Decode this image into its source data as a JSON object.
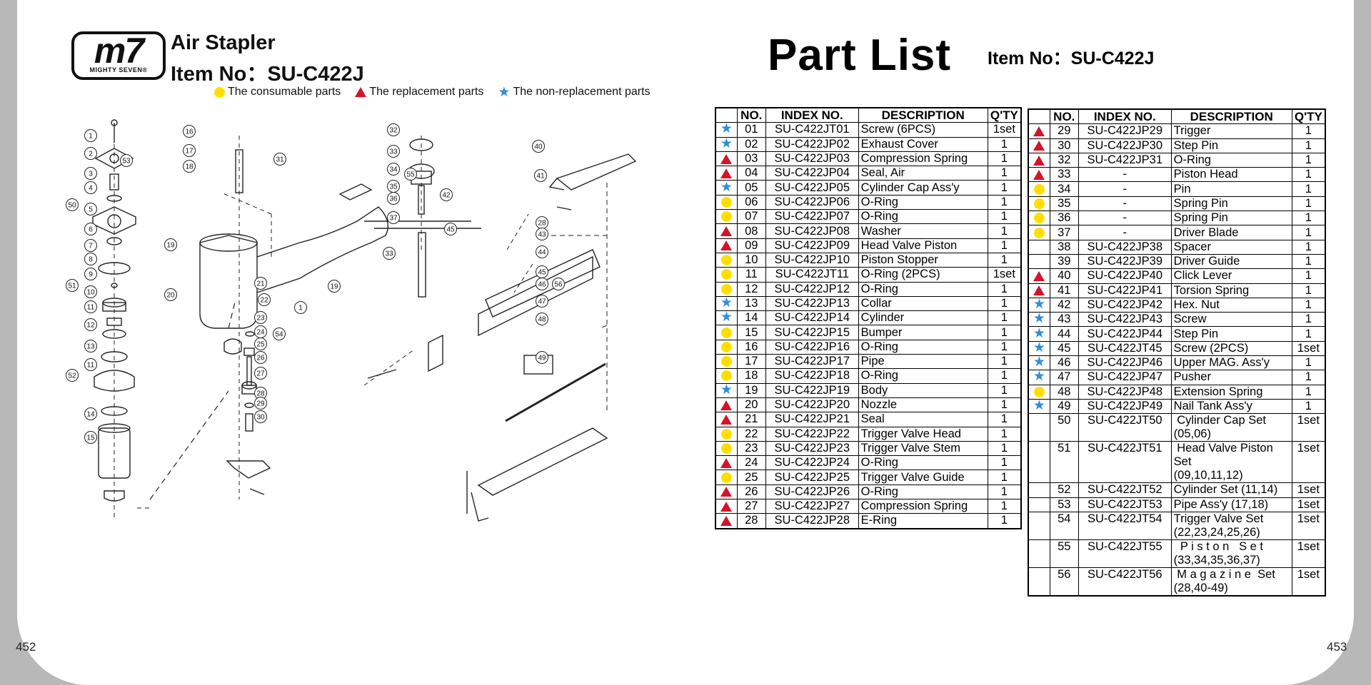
{
  "page_numbers": {
    "left": "452",
    "right": "453"
  },
  "logo": {
    "mark": "m7",
    "subtext": "MIGHTY SEVEN®"
  },
  "header": {
    "product": "Air Stapler",
    "item_line": "Item No：SU-C422J",
    "part_list_title": "Part List",
    "part_list_item": "Item No：SU-C422J"
  },
  "legend": {
    "consumable": "The consumable parts",
    "replacement": "The replacement parts",
    "non_replacement": "The non-replacement parts"
  },
  "colors": {
    "consumable": "#ffdf00",
    "replacement": "#d4142a",
    "non_replacement": "#2f8fd8"
  },
  "table_headers": {
    "no": "NO.",
    "index": "INDEX NO.",
    "desc": "DESCRIPTION",
    "qty": "Q'TY"
  },
  "left_rows": [
    {
      "mark": "star",
      "no": "01",
      "index": "SU-C422JT01",
      "desc": "Screw (6PCS)",
      "qty": "1set"
    },
    {
      "mark": "star",
      "no": "02",
      "index": "SU-C422JP02",
      "desc": "Exhaust Cover",
      "qty": "1"
    },
    {
      "mark": "tri",
      "no": "03",
      "index": "SU-C422JP03",
      "desc": "Compression Spring",
      "qty": "1"
    },
    {
      "mark": "tri",
      "no": "04",
      "index": "SU-C422JP04",
      "desc": "Seal, Air",
      "qty": "1"
    },
    {
      "mark": "star",
      "no": "05",
      "index": "SU-C422JP05",
      "desc": "Cylinder Cap Ass'y",
      "qty": "1"
    },
    {
      "mark": "dot",
      "no": "06",
      "index": "SU-C422JP06",
      "desc": "O-Ring",
      "qty": "1"
    },
    {
      "mark": "dot",
      "no": "07",
      "index": "SU-C422JP07",
      "desc": "O-Ring",
      "qty": "1"
    },
    {
      "mark": "tri",
      "no": "08",
      "index": "SU-C422JP08",
      "desc": "Washer",
      "qty": "1"
    },
    {
      "mark": "tri",
      "no": "09",
      "index": "SU-C422JP09",
      "desc": "Head Valve Piston",
      "qty": "1"
    },
    {
      "mark": "dot",
      "no": "10",
      "index": "SU-C422JP10",
      "desc": "Piston Stopper",
      "qty": "1"
    },
    {
      "mark": "dot",
      "no": "11",
      "index": "SU-C422JT11",
      "desc": "O-Ring (2PCS)",
      "qty": "1set"
    },
    {
      "mark": "dot",
      "no": "12",
      "index": "SU-C422JP12",
      "desc": "O-Ring",
      "qty": "1"
    },
    {
      "mark": "star",
      "no": "13",
      "index": "SU-C422JP13",
      "desc": "Collar",
      "qty": "1"
    },
    {
      "mark": "star",
      "no": "14",
      "index": "SU-C422JP14",
      "desc": "Cylinder",
      "qty": "1"
    },
    {
      "mark": "dot",
      "no": "15",
      "index": "SU-C422JP15",
      "desc": "Bumper",
      "qty": "1"
    },
    {
      "mark": "dot",
      "no": "16",
      "index": "SU-C422JP16",
      "desc": "O-Ring",
      "qty": "1"
    },
    {
      "mark": "dot",
      "no": "17",
      "index": "SU-C422JP17",
      "desc": "Pipe",
      "qty": "1"
    },
    {
      "mark": "dot",
      "no": "18",
      "index": "SU-C422JP18",
      "desc": "O-Ring",
      "qty": "1"
    },
    {
      "mark": "star",
      "no": "19",
      "index": "SU-C422JP19",
      "desc": "Body",
      "qty": "1"
    },
    {
      "mark": "tri",
      "no": "20",
      "index": "SU-C422JP20",
      "desc": "Nozzle",
      "qty": "1"
    },
    {
      "mark": "tri",
      "no": "21",
      "index": "SU-C422JP21",
      "desc": "Seal",
      "qty": "1"
    },
    {
      "mark": "dot",
      "no": "22",
      "index": "SU-C422JP22",
      "desc": "Trigger Valve Head",
      "qty": "1"
    },
    {
      "mark": "dot",
      "no": "23",
      "index": "SU-C422JP23",
      "desc": "Trigger Valve Stem",
      "qty": "1"
    },
    {
      "mark": "tri",
      "no": "24",
      "index": "SU-C422JP24",
      "desc": "O-Ring",
      "qty": "1"
    },
    {
      "mark": "dot",
      "no": "25",
      "index": "SU-C422JP25",
      "desc": "Trigger Valve Guide",
      "qty": "1"
    },
    {
      "mark": "tri",
      "no": "26",
      "index": "SU-C422JP26",
      "desc": "O-Ring",
      "qty": "1"
    },
    {
      "mark": "tri",
      "no": "27",
      "index": "SU-C422JP27",
      "desc": "Compression Spring",
      "qty": "1"
    },
    {
      "mark": "tri",
      "no": "28",
      "index": "SU-C422JP28",
      "desc": "E-Ring",
      "qty": "1"
    }
  ],
  "right_rows": [
    {
      "mark": "tri",
      "no": "29",
      "index": "SU-C422JP29",
      "desc": "Trigger",
      "qty": "1"
    },
    {
      "mark": "tri",
      "no": "30",
      "index": "SU-C422JP30",
      "desc": "Step Pin",
      "qty": "1"
    },
    {
      "mark": "tri",
      "no": "32",
      "index": "SU-C422JP31",
      "desc": "O-Ring",
      "qty": "1"
    },
    {
      "mark": "tri",
      "no": "33",
      "index": "-",
      "desc": "Piston Head",
      "qty": "1"
    },
    {
      "mark": "dot",
      "no": "34",
      "index": "-",
      "desc": "Pin",
      "qty": "1"
    },
    {
      "mark": "dot",
      "no": "35",
      "index": "-",
      "desc": "Spring Pin",
      "qty": "1"
    },
    {
      "mark": "dot",
      "no": "36",
      "index": "-",
      "desc": "Spring Pin",
      "qty": "1"
    },
    {
      "mark": "dot",
      "no": "37",
      "index": "-",
      "desc": "Driver Blade",
      "qty": "1"
    },
    {
      "mark": "",
      "no": "38",
      "index": "SU-C422JP38",
      "desc": "Spacer",
      "qty": "1"
    },
    {
      "mark": "",
      "no": "39",
      "index": "SU-C422JP39",
      "desc": "Driver Guide",
      "qty": "1"
    },
    {
      "mark": "tri",
      "no": "40",
      "index": "SU-C422JP40",
      "desc": "Click Lever",
      "qty": "1"
    },
    {
      "mark": "tri",
      "no": "41",
      "index": "SU-C422JP41",
      "desc": "Torsion Spring",
      "qty": "1"
    },
    {
      "mark": "star",
      "no": "42",
      "index": "SU-C422JP42",
      "desc": "Hex. Nut",
      "qty": "1"
    },
    {
      "mark": "star",
      "no": "43",
      "index": "SU-C422JP43",
      "desc": "Screw",
      "qty": "1"
    },
    {
      "mark": "star",
      "no": "44",
      "index": "SU-C422JP44",
      "desc": "Step Pin",
      "qty": "1"
    },
    {
      "mark": "star",
      "no": "45",
      "index": "SU-C422JT45",
      "desc": "Screw (2PCS)",
      "qty": "1set"
    },
    {
      "mark": "star",
      "no": "46",
      "index": "SU-C422JP46",
      "desc": "Upper MAG. Ass'y",
      "qty": "1"
    },
    {
      "mark": "star",
      "no": "47",
      "index": "SU-C422JP47",
      "desc": "Pusher",
      "qty": "1"
    },
    {
      "mark": "dot",
      "no": "48",
      "index": "SU-C422JP48",
      "desc": "Extension Spring",
      "qty": "1"
    },
    {
      "mark": "star",
      "no": "49",
      "index": "SU-C422JP49",
      "desc": "Nail Tank Ass'y",
      "qty": "1"
    },
    {
      "mark": "",
      "no": "50",
      "index": "SU-C422JT50",
      "desc": " Cylinder Cap Set\n(05,06)",
      "qty": "1set"
    },
    {
      "mark": "",
      "no": "51",
      "index": "SU-C422JT51",
      "desc": " Head Valve Piston\nSet\n(09,10,11,12)",
      "qty": "1set"
    },
    {
      "mark": "",
      "no": "52",
      "index": "SU-C422JT52",
      "desc": "Cylinder Set (11,14)",
      "qty": "1set"
    },
    {
      "mark": "",
      "no": "53",
      "index": "SU-C422JT53",
      "desc": "Pipe Ass'y (17,18)",
      "qty": "1set"
    },
    {
      "mark": "",
      "no": "54",
      "index": "SU-C422JT54",
      "desc": "Trigger Valve Set\n(22,23,24,25,26)",
      "qty": "1set"
    },
    {
      "mark": "",
      "no": "55",
      "index": "SU-C422JT55",
      "desc": "  P i s t o n   S e t\n(33,34,35,36,37)",
      "qty": "1set"
    },
    {
      "mark": "",
      "no": "56",
      "index": "SU-C422JT56",
      "desc": " M a g a z i n e  Set\n(28,40-49)",
      "qty": "1set"
    }
  ],
  "diagram_callouts": [
    "1",
    "2",
    "3",
    "4",
    "5",
    "6",
    "7",
    "8",
    "9",
    "10",
    "11",
    "12",
    "13",
    "11",
    "14",
    "15",
    "16",
    "17",
    "18",
    "19",
    "20",
    "21",
    "22",
    "23",
    "24",
    "25",
    "26",
    "27",
    "28",
    "29",
    "30",
    "31",
    "32",
    "33",
    "34",
    "35",
    "36",
    "37",
    "40",
    "41",
    "42",
    "45",
    "28",
    "43",
    "44",
    "45",
    "46",
    "47",
    "48",
    "49",
    "50",
    "51",
    "52",
    "53",
    "54",
    "55",
    "56",
    "19",
    "1",
    "33"
  ]
}
